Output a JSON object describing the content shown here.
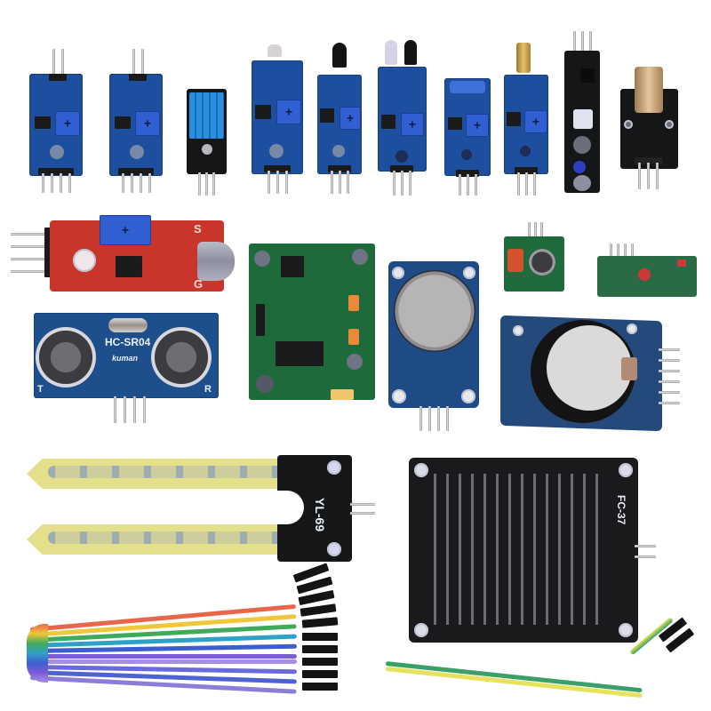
{
  "scene": {
    "description": "Arduino sensor module kit product photo on white background",
    "background_color": "#ffffff"
  },
  "modules": {
    "row1": [
      {
        "name": "sound-sensor-module-a"
      },
      {
        "name": "sound-sensor-module-b"
      },
      {
        "name": "dht11-temperature-humidity-sensor"
      },
      {
        "name": "photoresistor-light-sensor"
      },
      {
        "name": "flame-sensor"
      },
      {
        "name": "ir-obstacle-avoidance-sensor"
      },
      {
        "name": "tilt-switch-sensor"
      },
      {
        "name": "vibration-sensor"
      },
      {
        "name": "line-tracking-sensor"
      },
      {
        "name": "laser-transmitter-module"
      }
    ],
    "microphone": {
      "labels": [
        "S",
        "G"
      ]
    },
    "ultrasonic": {
      "model": "HC-SR04",
      "brand": "kuman",
      "left_label": "T",
      "right_label": "R"
    },
    "pir": {
      "name": "pir-motion-sensor"
    },
    "gas": {
      "name": "mq-gas-sensor"
    },
    "rf_transmitter": {
      "name": "433mhz-rf-transmitter"
    },
    "rf_receiver": {
      "name": "433mhz-rf-receiver"
    },
    "rtc": {
      "name": "ds3231-rtc-module"
    },
    "soil_moisture": {
      "model": "YL-69"
    },
    "rain_sensor": {
      "model": "FC-37"
    },
    "ribbon_cable": {
      "name": "dupont-ribbon-cable"
    },
    "jumper_wire": {
      "name": "two-wire-dupont-cable"
    }
  },
  "colors": {
    "pcb_blue": "#1d4f9e",
    "pcb_black": "#151618",
    "pcb_green": "#1f6a3a",
    "pcb_red": "#c9352a",
    "pot_blue": "#2f5fd0",
    "soil_yellow": "#e4df8a",
    "ribbon": [
      "#e8674a",
      "#f0c73a",
      "#3faa5a",
      "#2fa0c8",
      "#3c5fcf",
      "#7c5bd6",
      "#a58fe0",
      "#6a6adb",
      "#4e63d0",
      "#8c7dd8"
    ]
  }
}
